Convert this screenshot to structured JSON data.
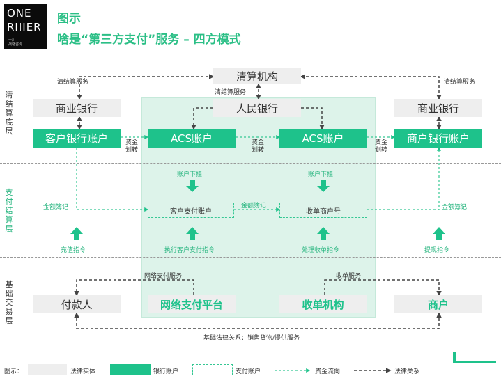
{
  "logo": {
    "line1": "ONE",
    "line2": "RIIIER",
    "line3": "一川\n战略咨询"
  },
  "header": {
    "line1": "图示",
    "line2": "啥是“第三方支付”服务 – 四方模式"
  },
  "layers": {
    "clearing": "清结算底层",
    "payment": "支付结算层",
    "trade": "基础交易层"
  },
  "nodes": {
    "clearing_house": "清算机构",
    "pboc": "人民银行",
    "bank_left": "商业银行",
    "bank_right": "商业银行",
    "cust_bank_acct": "客户银行账户",
    "acs_left": "ACS账户",
    "acs_right": "ACS账户",
    "merch_bank_acct": "商户银行账户",
    "cust_pay_acct": "客户支付账户",
    "merchant_no": "收单商户号",
    "payer": "付款人",
    "net_pay_platform": "网络支付平台",
    "acquirer": "收单机构",
    "merchant": "商户"
  },
  "labels": {
    "clearing_service_left": "清结算服务",
    "clearing_service_right": "清结算服务",
    "clearing_service_mid": "清结算服务",
    "fund_transfer_1": "资金\n划转",
    "fund_transfer_2": "资金\n划转",
    "fund_transfer_3": "资金\n划转",
    "acct_hang_left": "账户下挂",
    "acct_hang_right": "账户下挂",
    "amount_record_left": "金额簿记",
    "amount_record_mid": "金额簿记",
    "amount_record_right": "金额簿记",
    "recharge_cmd": "充值指令",
    "exec_pay_cmd": "执行客户支付指令",
    "handle_acq_cmd": "处理收单指令",
    "withdraw_cmd": "提现指令",
    "net_pay_service": "网络支付服务",
    "acq_service": "收单服务",
    "legal_relation": "基础法律关系：销售货物/提供服务"
  },
  "legend": {
    "title": "图示：",
    "legal_entity": "法律实体",
    "bank_account": "银行账户",
    "pay_account": "支付账户",
    "fund_flow": "资金流向",
    "legal_relation": "法律关系"
  },
  "colors": {
    "accent": "#1ec28b",
    "zone": "#ddf3ea",
    "gray_box": "#eeeeee",
    "legal_arrow": "#444444"
  }
}
